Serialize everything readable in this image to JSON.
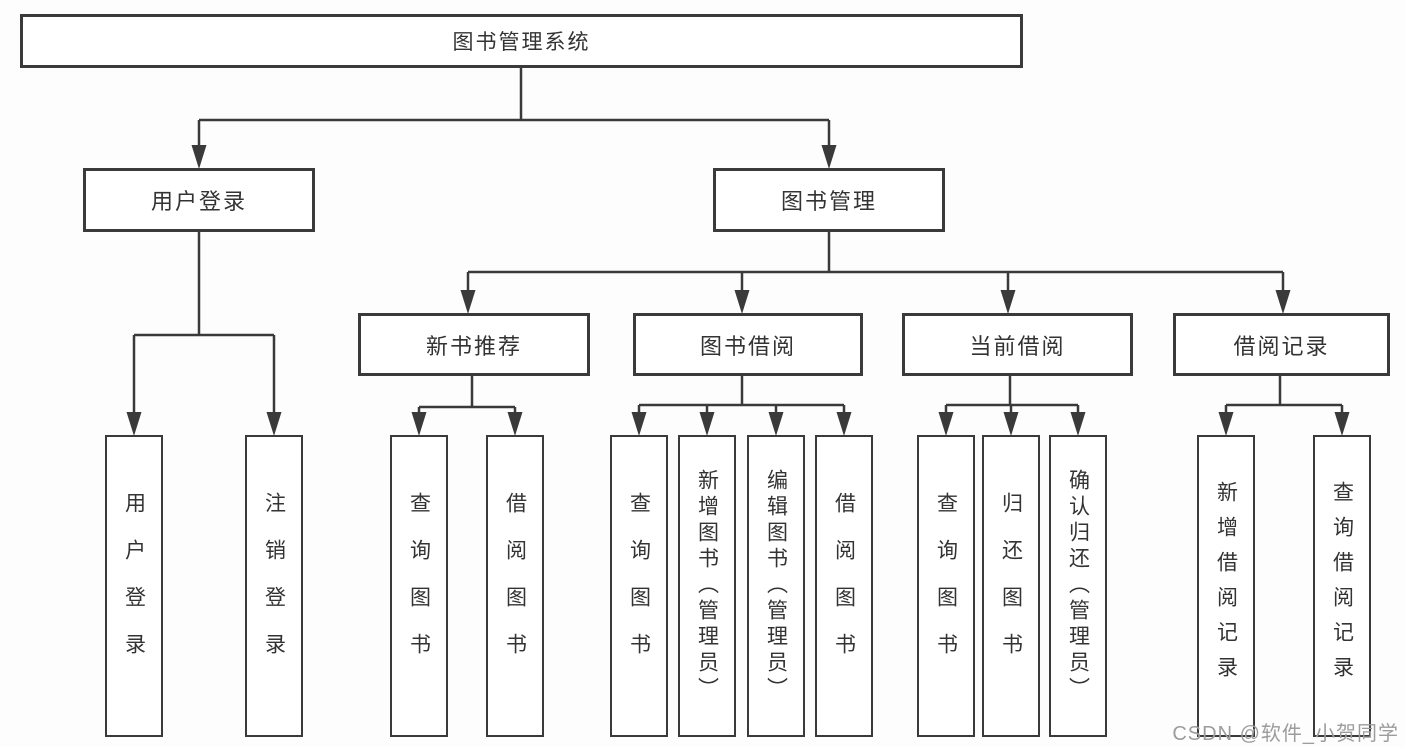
{
  "diagram": {
    "root": {
      "label": "图书管理系统"
    },
    "branches": [
      {
        "label": "用户登录",
        "children": [
          {
            "label": "用户登录"
          },
          {
            "label": "注销登录"
          }
        ]
      },
      {
        "label": "图书管理",
        "children": [
          {
            "label": "新书推荐",
            "children": [
              {
                "label": "查询图书"
              },
              {
                "label": "借阅图书"
              }
            ]
          },
          {
            "label": "图书借阅",
            "children": [
              {
                "label": "查询图书"
              },
              {
                "label": "新增图书（管理员）"
              },
              {
                "label": "编辑图书（管理员）"
              },
              {
                "label": "借阅图书"
              }
            ]
          },
          {
            "label": "当前借阅",
            "children": [
              {
                "label": "查询图书"
              },
              {
                "label": "归还图书"
              },
              {
                "label": "确认归还（管理员）"
              }
            ]
          },
          {
            "label": "借阅记录",
            "children": [
              {
                "label": "新增借阅记录"
              },
              {
                "label": "查询借阅记录"
              }
            ]
          }
        ]
      }
    ]
  },
  "watermark": {
    "text": "CSDN @软件_小贺同学"
  },
  "colors": {
    "line": "#3a3a3a",
    "node_border": "#3a3a3a",
    "node_background": "#ffffff",
    "text": "#333333",
    "watermark_text": "#9c9c9c",
    "page_background": "#fdfdfd"
  }
}
